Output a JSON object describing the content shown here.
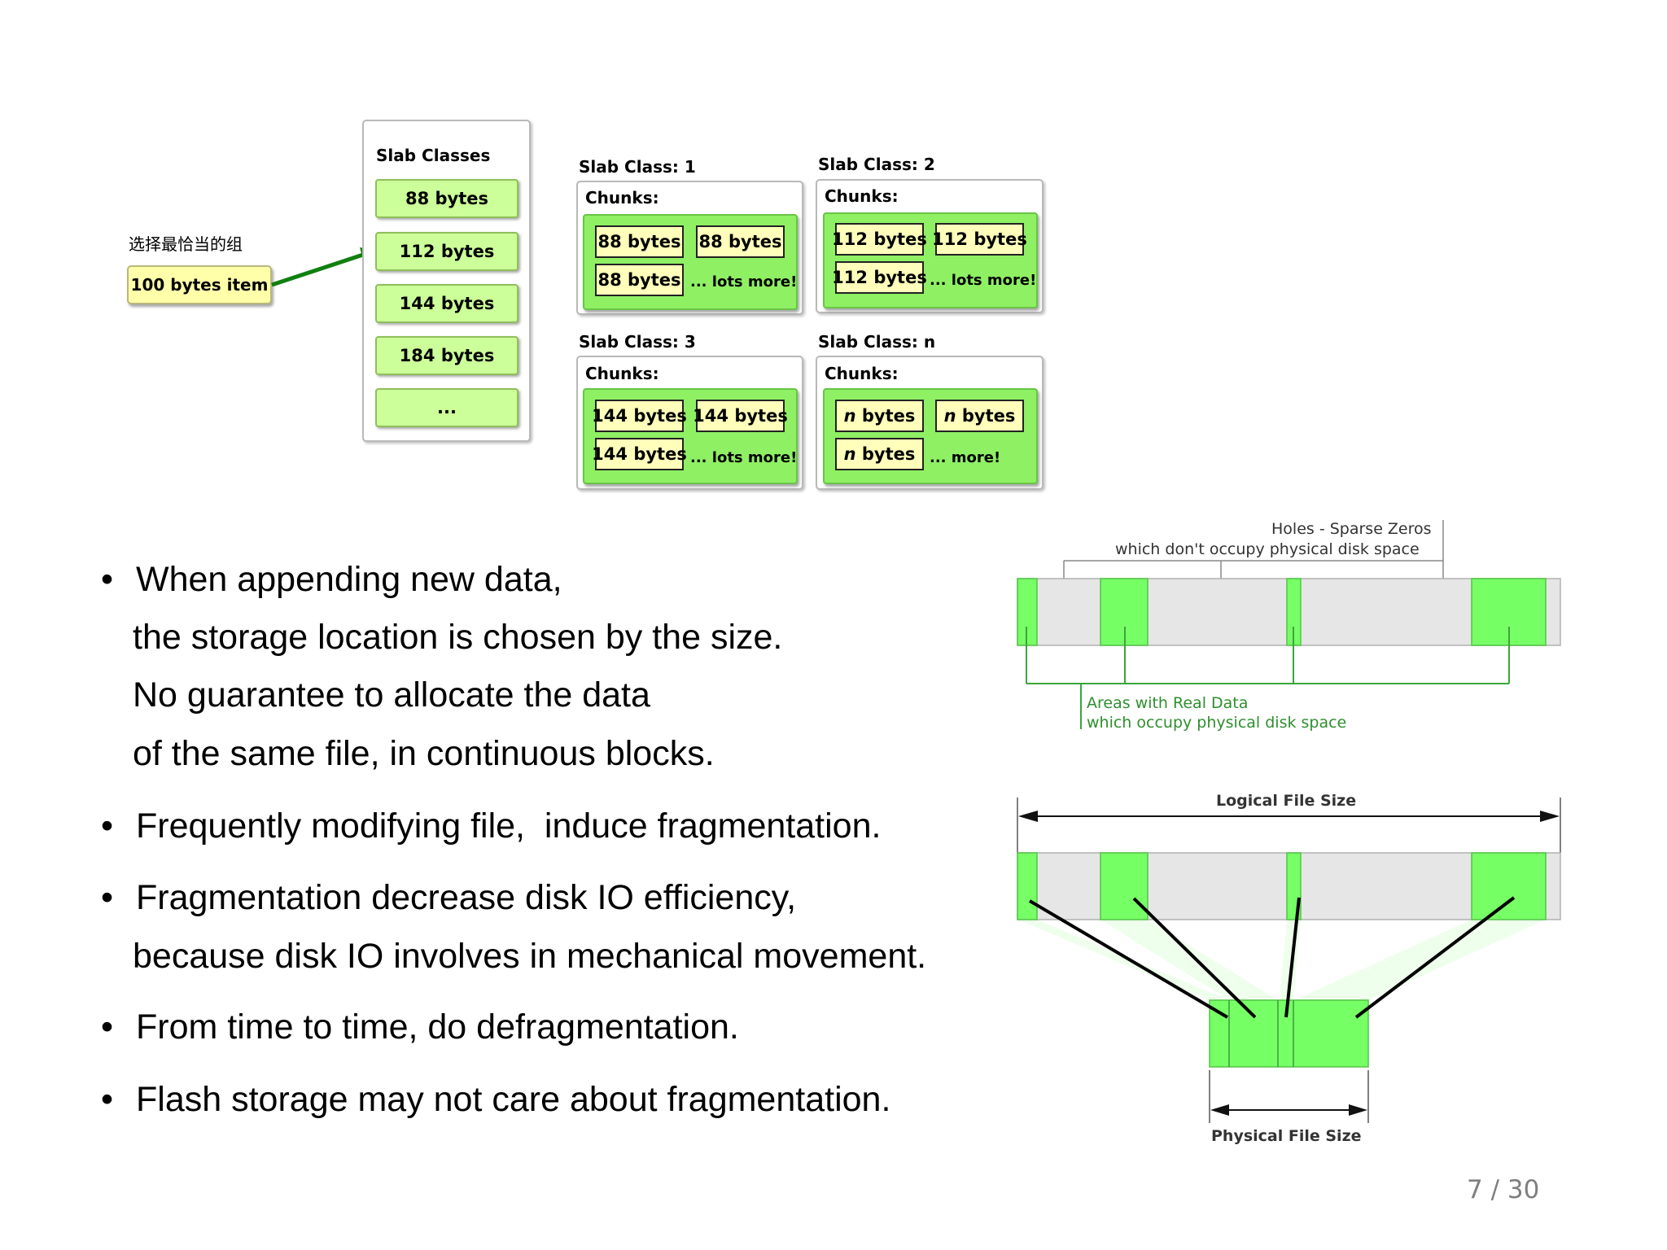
{
  "slab_figure": {
    "choose_label": "选择最恰当的组",
    "item_label": "100 bytes item",
    "classes_title": "Slab Classes",
    "classes": [
      "88 bytes",
      "112 bytes",
      "144 bytes",
      "184 bytes",
      "..."
    ],
    "slab_class_1": {
      "title": "Slab Class: 1",
      "chunks_label": "Chunks:",
      "c1": "88 bytes",
      "c2": "88 bytes",
      "c3": "88 bytes",
      "more": "... lots more!"
    },
    "slab_class_2": {
      "title": "Slab Class: 2",
      "chunks_label": "Chunks:",
      "c1": "112 bytes",
      "c2": "112 bytes",
      "c3": "112 bytes",
      "more": "... lots more!"
    },
    "slab_class_3": {
      "title": "Slab Class: 3",
      "chunks_label": "Chunks:",
      "c1": "144 bytes",
      "c2": "144 bytes",
      "c3": "144 bytes",
      "more": "... lots more!"
    },
    "slab_class_n": {
      "title": "Slab Class: n",
      "chunks_label": "Chunks:",
      "var": "n",
      "suffix": " bytes",
      "more": "... more!"
    }
  },
  "sparse_figure": {
    "holes_line1": "Holes - Sparse Zeros",
    "holes_line2": "which don't occupy physical disk space",
    "areas_line1": "Areas with Real Data",
    "areas_line2": "which occupy physical disk space"
  },
  "frag_figure": {
    "logical_label": "Logical File Size",
    "physical_label": "Physical File Size"
  },
  "bullets": {
    "b1_line1": "When appending new data,",
    "b1_line2": "the storage location is chosen by the size.",
    "b1_line3": "No guarantee to allocate the data",
    "b1_line4": "of the same file, in continuous blocks.",
    "b2": "Frequently modifying file,  induce fragmentation.",
    "b3_line1": "Fragmentation decrease disk IO efficiency,",
    "b3_line2": "because disk IO involves in mechanical movement.",
    "b4": "From time to time, do defragmentation.",
    "b5": "Flash storage may not care about fragmentation."
  },
  "bullet_glyph": "•",
  "page_number": "7 / 30",
  "colors": {
    "green": "#77ff66",
    "light_green": "#ccff99",
    "chunk_yellow": "#ffffbb",
    "gray": "#e6e6e6",
    "arrow_green": "#108010"
  }
}
